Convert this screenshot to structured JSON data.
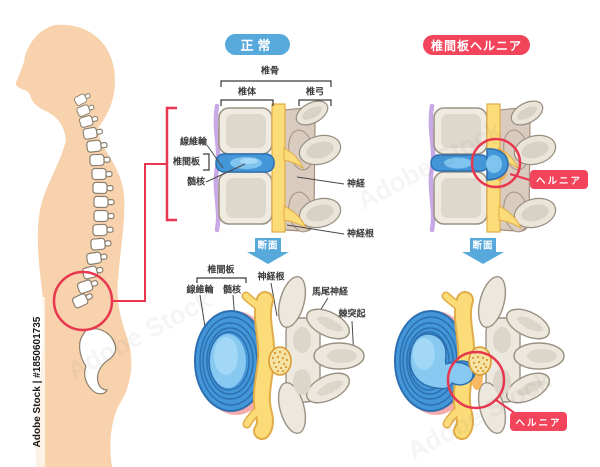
{
  "titles": {
    "normal": "正常",
    "hernia": "椎間板ヘルニア"
  },
  "side_view": {
    "bracket_labels": {
      "vertebra": "椎骨",
      "vertebral_body": "椎体",
      "vertebral_arch": "椎弓"
    },
    "left_labels": {
      "annulus": "線維輪",
      "disc": "椎間板",
      "nucleus": "髄核"
    },
    "right_labels": {
      "nerve": "神経",
      "nerve_root": "神経根"
    }
  },
  "section_arrow": {
    "label": "断面"
  },
  "cross_section": {
    "labels": {
      "disc": "椎間板",
      "annulus": "線維輪",
      "nucleus": "髄核",
      "nerve_root": "神経根",
      "cauda_equina": "馬尾神経",
      "spinous_process": "棘突起"
    }
  },
  "hernia": {
    "label": "ヘルニア"
  },
  "watermark": {
    "diagonal_text": "Adobe Stock",
    "id_text": "Adobe Stock | #1850601735"
  },
  "colors": {
    "accent_red": "#E8374E",
    "label_red": "#F2445A",
    "accent_blue": "#57A9DC",
    "disc_blue": "#4396D8",
    "nucleus_blue": "#7FC4EF",
    "nerve_yellow": "#FBDC79",
    "bone_cream": "#F0EBE1",
    "arch_tan": "#D9CBBE",
    "ligament_purple": "#C9A9E5",
    "ligament_pink": "#F5ABAB",
    "skin": "#F8D2AC"
  }
}
